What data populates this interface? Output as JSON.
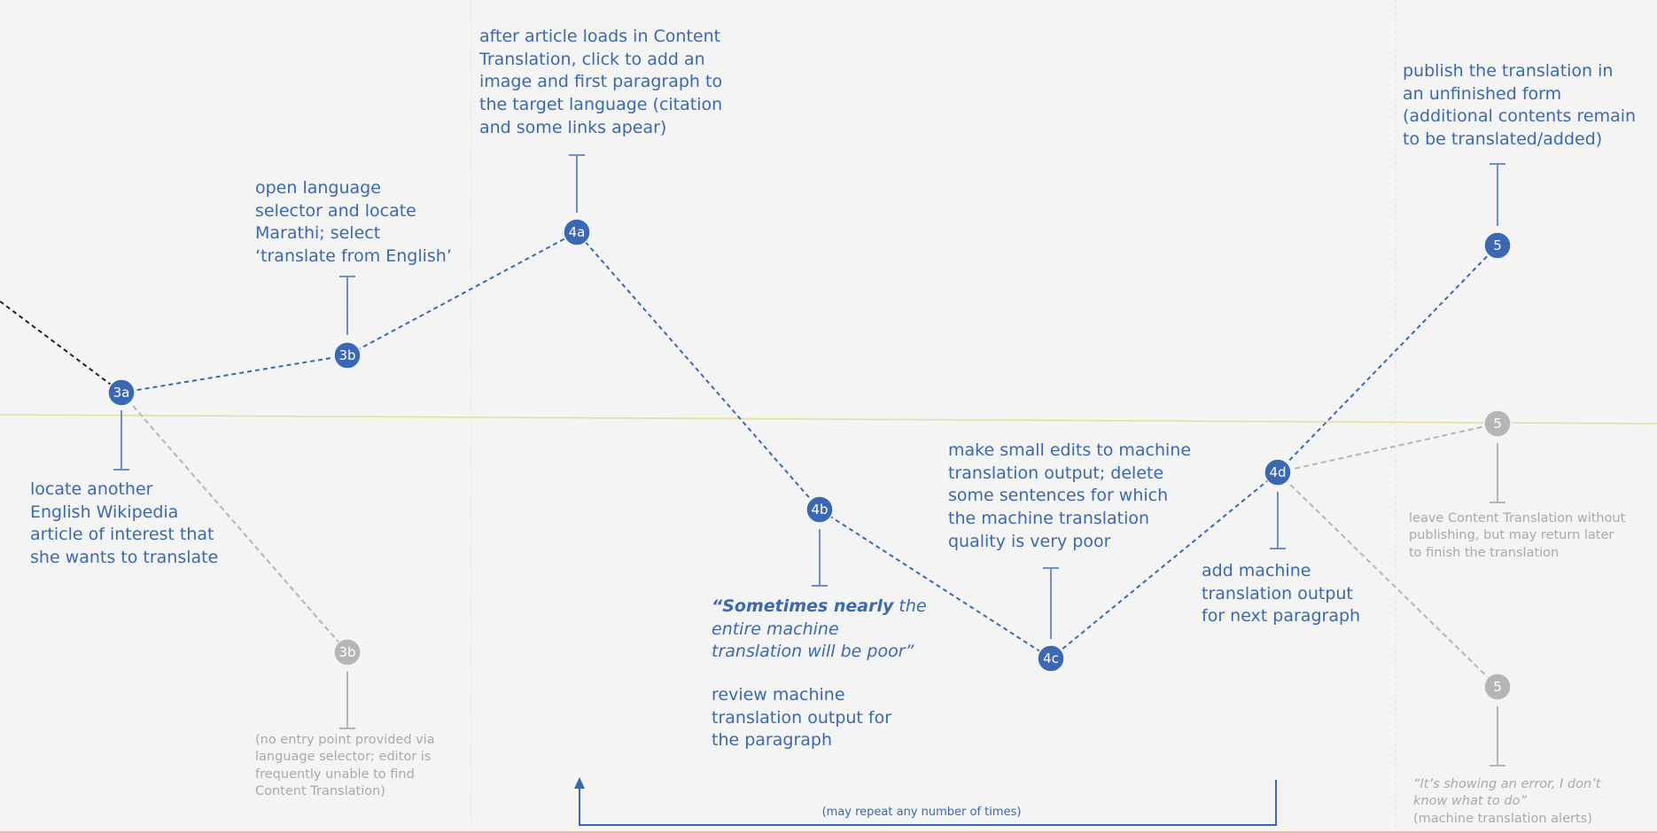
{
  "nodes": {
    "n3a": "3a",
    "n3b": "3b",
    "n3b_alt": "3b",
    "n4a": "4a",
    "n4b": "4b",
    "n4c": "4c",
    "n4d": "4d",
    "n5": "5",
    "n5_mid": "5",
    "n5_low": "5"
  },
  "labels": {
    "step_3a": "locate another\nEnglish Wikipedia\narticle of interest that\nshe wants to translate",
    "step_3b": "open language\nselector and locate\nMarathi; select\n‘translate from English’",
    "step_3b_alt": "(no entry point provided via\nlanguage selector; editor is\nfrequently unable to find\nContent Translation)",
    "step_4a": "after article loads in Content\nTranslation,  click to add an\nimage and first paragraph to\nthe target language (citation\nand some links apear)",
    "step_4b_quote_bold": "“Sometimes nearly",
    "step_4b_quote_rest": " the\nentire machine\ntranslation will be poor”",
    "step_4b": "review machine\ntranslation output for\nthe paragraph",
    "step_4c": "make small edits to machine\ntranslation output; delete\nsome sentences for which\nthe machine translation\nquality is very poor",
    "step_4d": "add machine\ntranslation output\nfor next paragraph",
    "step_5": "publish the translation in\nan unfinished form\n(additional contents remain\nto be translated/added)",
    "step_5_mid": "leave Content Translation without\npublishing, but may return later\nto finish the translation",
    "step_5_low_quote": "“It’s showing an error, I don’t\nknow what to do”",
    "step_5_low": "(machine translation alerts)",
    "repeat": "(may repeat any number of times)"
  },
  "colors": {
    "primary": "#3a68b3",
    "secondary": "#b5b5b5",
    "baseline": "#e3dc9a",
    "background": "#f4f4f4"
  }
}
